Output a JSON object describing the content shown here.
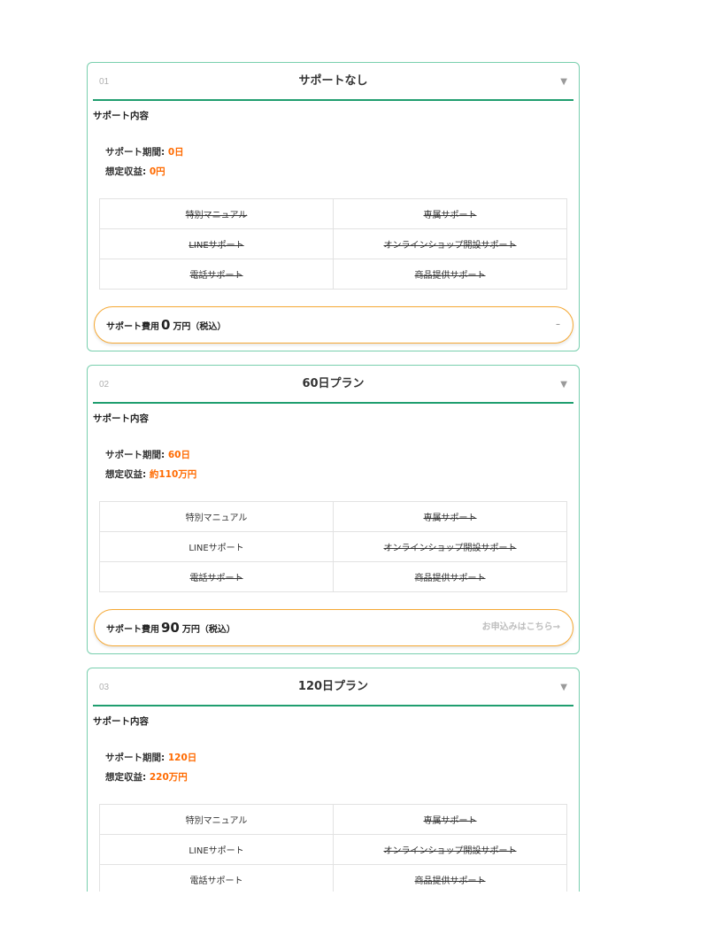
{
  "plans": [
    {
      "number": "01",
      "title": "サポートなし",
      "toggle_icon": "▼",
      "section_label": "サポート内容",
      "period_label": "サポート期間: ",
      "period_value": "0日",
      "revenue_label": "想定収益: ",
      "revenue_value": "0円",
      "features": [
        {
          "label": "特別マニュアル",
          "struck": true
        },
        {
          "label": "専属サポート",
          "struck": true
        },
        {
          "label": "LINEサポート",
          "struck": true
        },
        {
          "label": "オンラインショップ開設サポート",
          "struck": true
        },
        {
          "label": "電話サポート",
          "struck": true
        },
        {
          "label": "商品提供サポート",
          "struck": true
        }
      ],
      "fee": {
        "prefix": "サポート費用",
        "amount": "0",
        "suffix": "万円（税込）",
        "action": "–"
      }
    },
    {
      "number": "02",
      "title": "60日プラン",
      "toggle_icon": "▼",
      "section_label": "サポート内容",
      "period_label": "サポート期間: ",
      "period_value": "60日",
      "revenue_label": "想定収益: ",
      "revenue_value": "約110万円",
      "features": [
        {
          "label": "特別マニュアル",
          "struck": false
        },
        {
          "label": "専属サポート",
          "struck": true
        },
        {
          "label": "LINEサポート",
          "struck": false
        },
        {
          "label": "オンラインショップ開設サポート",
          "struck": true
        },
        {
          "label": "電話サポート",
          "struck": true
        },
        {
          "label": "商品提供サポート",
          "struck": true
        }
      ],
      "fee": {
        "prefix": "サポート費用",
        "amount": "90",
        "suffix": "万円（税込）",
        "action": "お申込みはこちら→"
      }
    },
    {
      "number": "03",
      "title": "120日プラン",
      "toggle_icon": "▼",
      "section_label": "サポート内容",
      "period_label": "サポート期間: ",
      "period_value": "120日",
      "revenue_label": "想定収益: ",
      "revenue_value": "220万円",
      "features": [
        {
          "label": "特別マニュアル",
          "struck": false
        },
        {
          "label": "専属サポート",
          "struck": true
        },
        {
          "label": "LINEサポート",
          "struck": false
        },
        {
          "label": "オンラインショップ開設サポート",
          "struck": true
        },
        {
          "label": "電話サポート",
          "struck": false
        },
        {
          "label": "商品提供サポート",
          "struck": true
        }
      ]
    }
  ],
  "colors": {
    "card_border": "#79cfae",
    "header_rule": "#1f9e6f",
    "value_accent": "#ff6a00",
    "fee_border": "#f5a833"
  }
}
